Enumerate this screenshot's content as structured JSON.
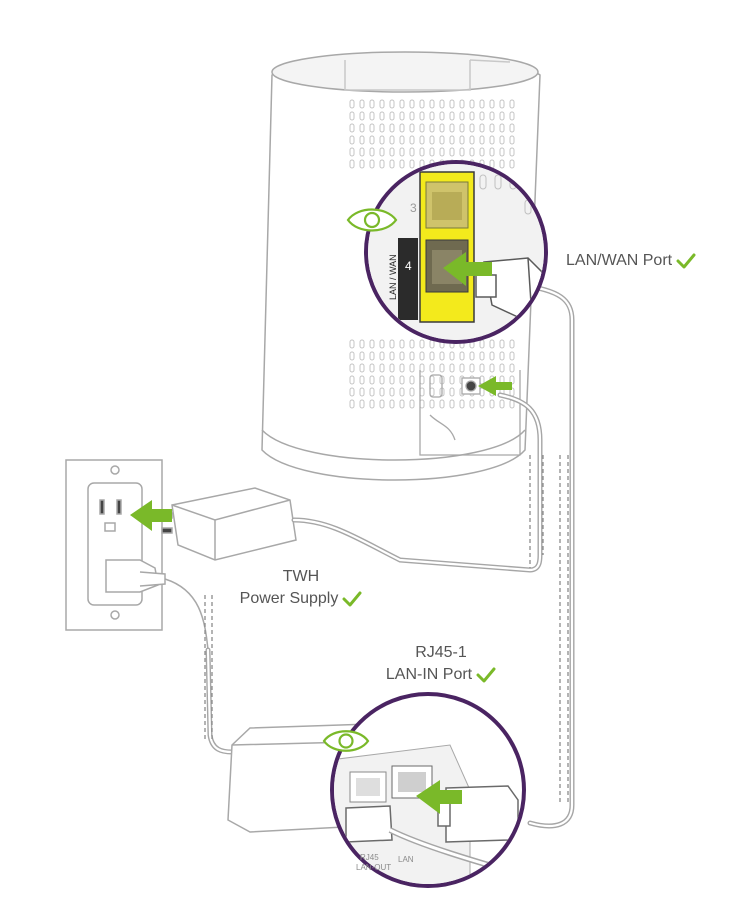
{
  "labels": {
    "lan_wan_port": "LAN/WAN Port",
    "power_line1": "TWH",
    "power_line2": "Power Supply",
    "rj45_line1": "RJ45-1",
    "rj45_line2": "LAN-IN Port"
  },
  "router_ports": {
    "port_3": "3",
    "port_4": "4",
    "port_side_label": "LAN / WAN"
  },
  "adapter_ports": {
    "port_label_left": "RJ45",
    "port_label_left_sub": "LAN-OUT",
    "port_label_right": "LAN"
  },
  "colors": {
    "accent_green": "#7ab929",
    "highlight_purple": "#4a2462",
    "port_yellow": "#f3ea1c",
    "line_gray": "#9a9a9a"
  },
  "icons": [
    "eye-icon",
    "checkmark-icon",
    "arrow-icon"
  ]
}
